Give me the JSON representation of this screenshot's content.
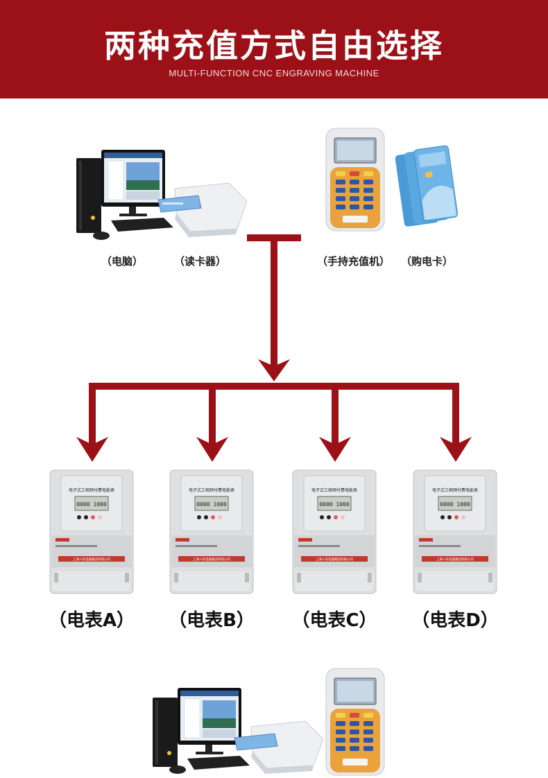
{
  "banner": {
    "title": "两种充值方式自由选择",
    "subtitle": "MULTI-FUNCTION CNC ENGRAVING MACHINE"
  },
  "devices": {
    "computer": "（电脑）",
    "card_reader": "（读卡器）",
    "handheld": "（手持充值机）",
    "card": "（购电卡）"
  },
  "meters": [
    {
      "label": "（电表A）"
    },
    {
      "label": "（电表B）"
    },
    {
      "label": "（电表C）"
    },
    {
      "label": "（电表D）"
    }
  ],
  "meter_face": {
    "title": "电子式三相预付费电能表",
    "reading": "0000 1000",
    "maker": "上海人民电器集团有限公司"
  },
  "colors": {
    "banner": "#9c1017",
    "arrow": "#9c1017",
    "handheld_body": "#e9a23c",
    "meter_body": "#dedfe0"
  }
}
